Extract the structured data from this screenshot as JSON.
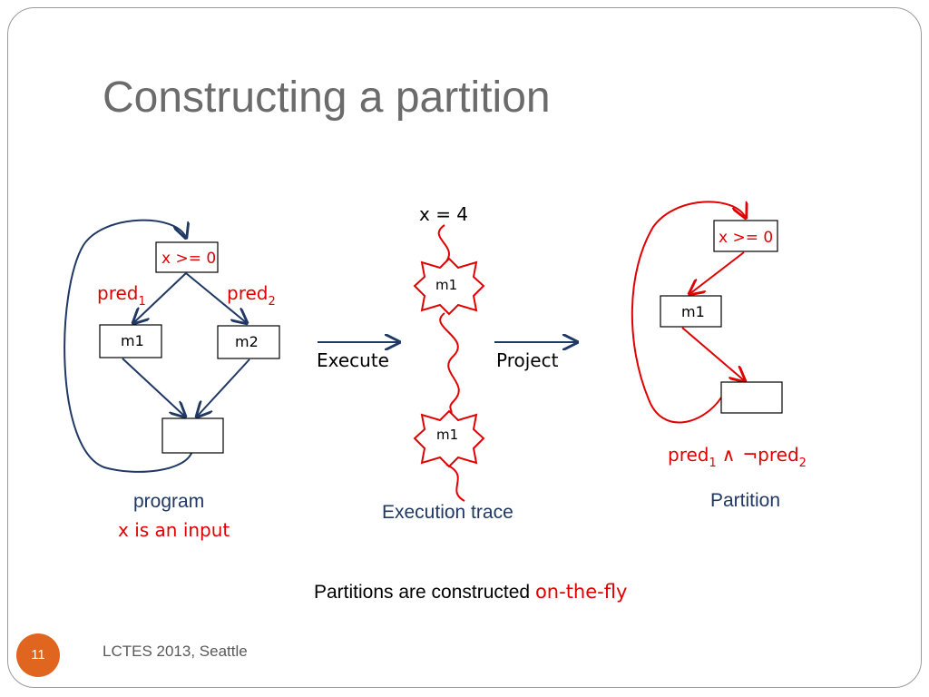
{
  "title": "Constructing a partition",
  "footer": "LCTES 2013, Seattle",
  "page_number": "11",
  "colors": {
    "program": "#1f3864",
    "partition": "#e00000",
    "accent": "#e0661f"
  },
  "program": {
    "cond": "x >= 0",
    "pred1": "pred",
    "pred1_sub": "1",
    "pred2": "pred",
    "pred2_sub": "2",
    "m1": "m1",
    "m2": "m2",
    "caption": "program",
    "caption2": "x is an input"
  },
  "execute_label": "Execute",
  "project_label": "Project",
  "trace": {
    "input": "x = 4",
    "node1": "m1",
    "node2": "m1",
    "caption": "Execution trace"
  },
  "partition": {
    "cond": "x >= 0",
    "m1": "m1",
    "pred_a": "pred",
    "pred_a_sub": "1",
    "op_and": "∧",
    "op_not": "¬",
    "pred_b": "pred",
    "pred_b_sub": "2",
    "caption": "Partition"
  },
  "note": {
    "text": "Partitions are constructed ",
    "highlight": "on-the-fly"
  }
}
